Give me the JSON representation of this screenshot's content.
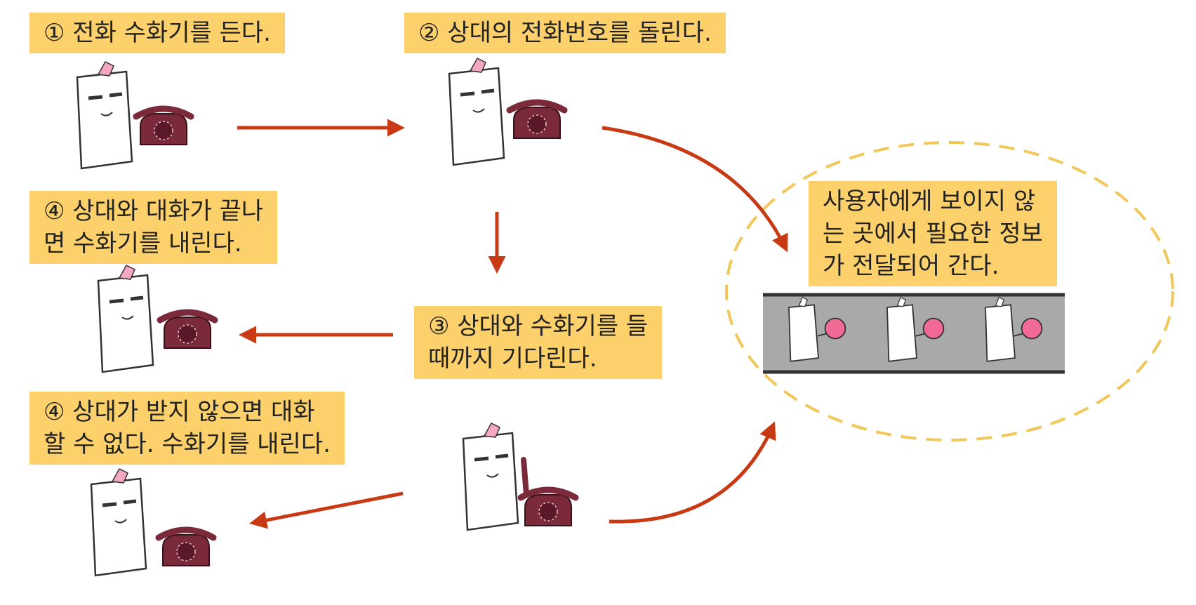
{
  "steps": {
    "step1": {
      "lines": [
        "① 전화 수화기를 든다."
      ]
    },
    "step2": {
      "lines": [
        "② 상대의 전화번호를 돌린다."
      ]
    },
    "step3": {
      "lines": [
        "③ 상대와 수화기를 들",
        "때까지 기다린다."
      ]
    },
    "step4a": {
      "lines": [
        "④ 상대와 대화가 끝나",
        "면 수화기를 내린다."
      ]
    },
    "step4b": {
      "lines": [
        "④ 상대가 받지 않으면 대화",
        "할 수 없다. 수화기를 내린다."
      ]
    }
  },
  "hidden_note": {
    "lines": [
      "사용자에게 보이지 않",
      "는 곳에서 필요한 정보",
      "가 전달되어 간다."
    ]
  },
  "colors": {
    "label_bg": "#fcd06b",
    "arrow": "#c83a14",
    "phone": "#7a2a3a",
    "handset_pink": "#f06a95",
    "dashed_ellipse": "#f2c75a",
    "band_gray": "#a9a9a9"
  }
}
